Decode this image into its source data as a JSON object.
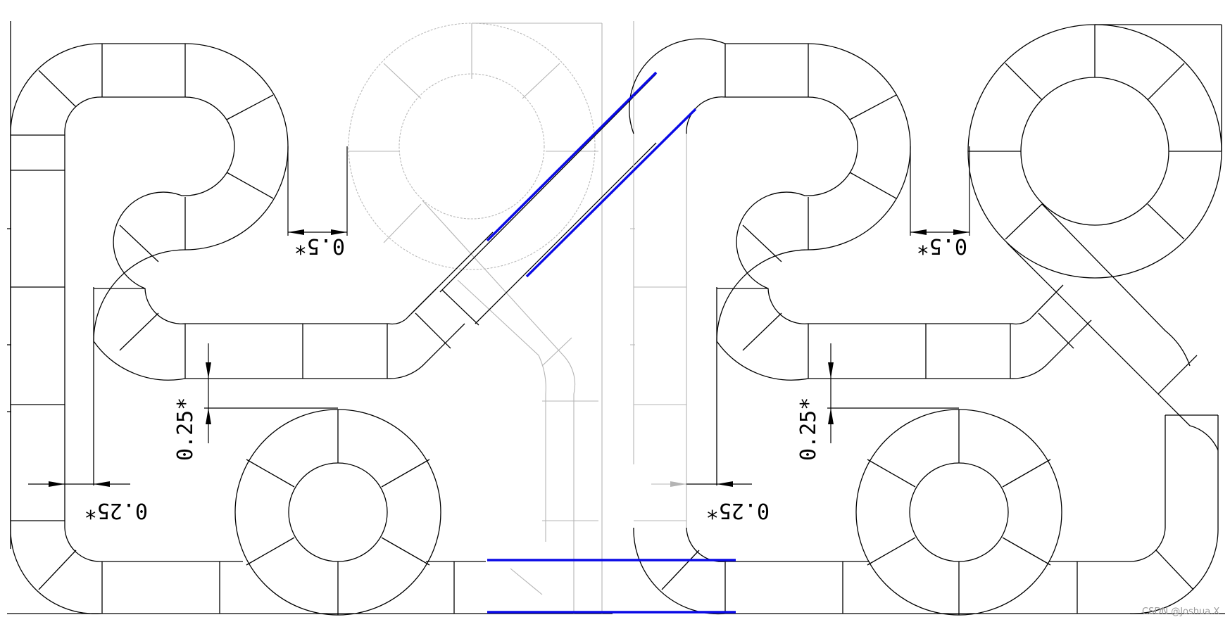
{
  "colors": {
    "line": "#000000",
    "ghost": "#b4b4b4",
    "highlight": "#0a0ae6",
    "background": "#ffffff"
  },
  "dimensions": {
    "top_left": "0.5*",
    "top_right": "0.5*",
    "mid_left": "0.25*",
    "mid_right": "0.25*",
    "bottom_left": "0.25*",
    "bottom_right": "0.25*"
  },
  "watermark": "CSDN @Joshua.X"
}
